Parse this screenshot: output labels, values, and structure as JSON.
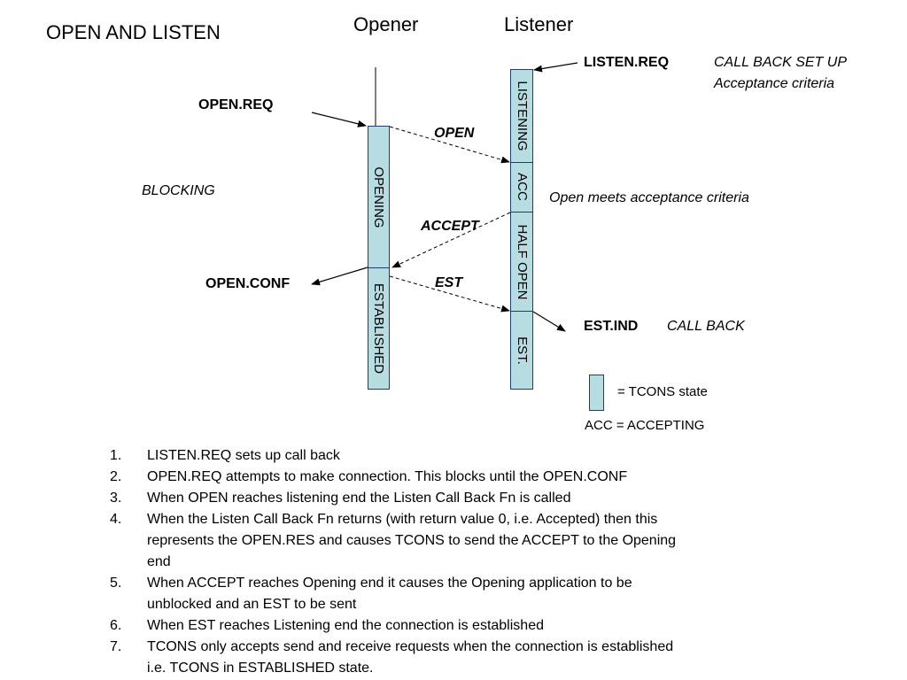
{
  "title": "OPEN AND LISTEN",
  "columns": {
    "opener": "Opener",
    "listener": "Listener"
  },
  "opener_states": [
    "OPENING",
    "ESTABLISHED"
  ],
  "listener_states": [
    "LISTENING",
    "ACC",
    "HALF OPEN",
    "EST."
  ],
  "primitives": {
    "listen_req": "LISTEN.REQ",
    "open_req": "OPEN.REQ",
    "open_conf": "OPEN.CONF",
    "est_ind": "EST.IND"
  },
  "messages": {
    "open": "OPEN",
    "accept": "ACCEPT",
    "est": "EST"
  },
  "annotations": {
    "call_back_set_up": "CALL BACK SET UP",
    "acceptance_criteria": "Acceptance criteria",
    "blocking": "BLOCKING",
    "open_meets": "Open meets acceptance criteria",
    "call_back": "CALL BACK"
  },
  "legend": {
    "tcons_state": "= TCONS state",
    "acc": "ACC = ACCEPTING"
  },
  "notes": [
    {
      "num": "1.",
      "lines": [
        "LISTEN.REQ sets up call back"
      ]
    },
    {
      "num": "2.",
      "lines": [
        "OPEN.REQ attempts to make connection. This blocks until the OPEN.CONF"
      ]
    },
    {
      "num": "3.",
      "lines": [
        "When OPEN reaches listening end the Listen Call Back Fn is called"
      ]
    },
    {
      "num": "4.",
      "lines": [
        "When the Listen Call Back Fn returns (with return value 0, i.e. Accepted) then this",
        "represents the OPEN.RES and causes TCONS to send the ACCEPT to the Opening",
        "end"
      ]
    },
    {
      "num": "5.",
      "lines": [
        "When ACCEPT reaches Opening end it causes the Opening application to be",
        "unblocked and an EST to be sent"
      ]
    },
    {
      "num": "6.",
      "lines": [
        "When EST reaches Listening end the connection is established"
      ]
    },
    {
      "num": "7.",
      "lines": [
        "TCONS only accepts send and receive requests when the connection is established",
        "i.e. TCONS in ESTABLISHED state."
      ]
    }
  ]
}
